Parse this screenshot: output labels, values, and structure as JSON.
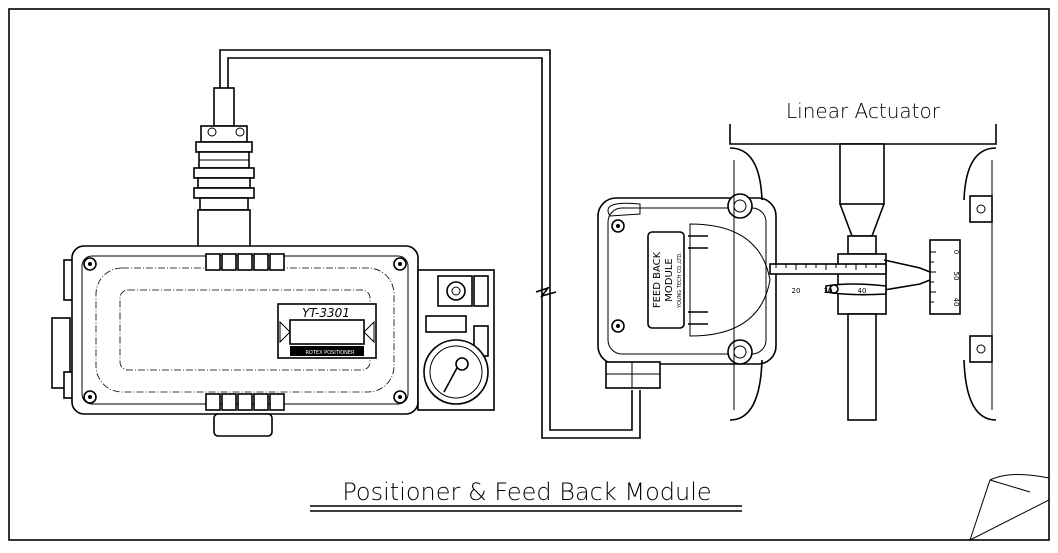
{
  "title": "Positioner & Feed Back Module",
  "actuator_label": "Linear Actuator",
  "positioner": {
    "model": "YT-3301",
    "brand": "ROTEX POSITIONER"
  },
  "feedback_module": {
    "label_line1": "FEED BACK",
    "label_line2": "MODULE",
    "brand": "YOUNG TECH CO.,LTD."
  },
  "scale": {
    "tick_20": "20",
    "tick_30": "30",
    "tick_40": "40"
  },
  "indicator_scale": {
    "tick_0": "0",
    "tick_50": "50",
    "tick_40": "40"
  }
}
